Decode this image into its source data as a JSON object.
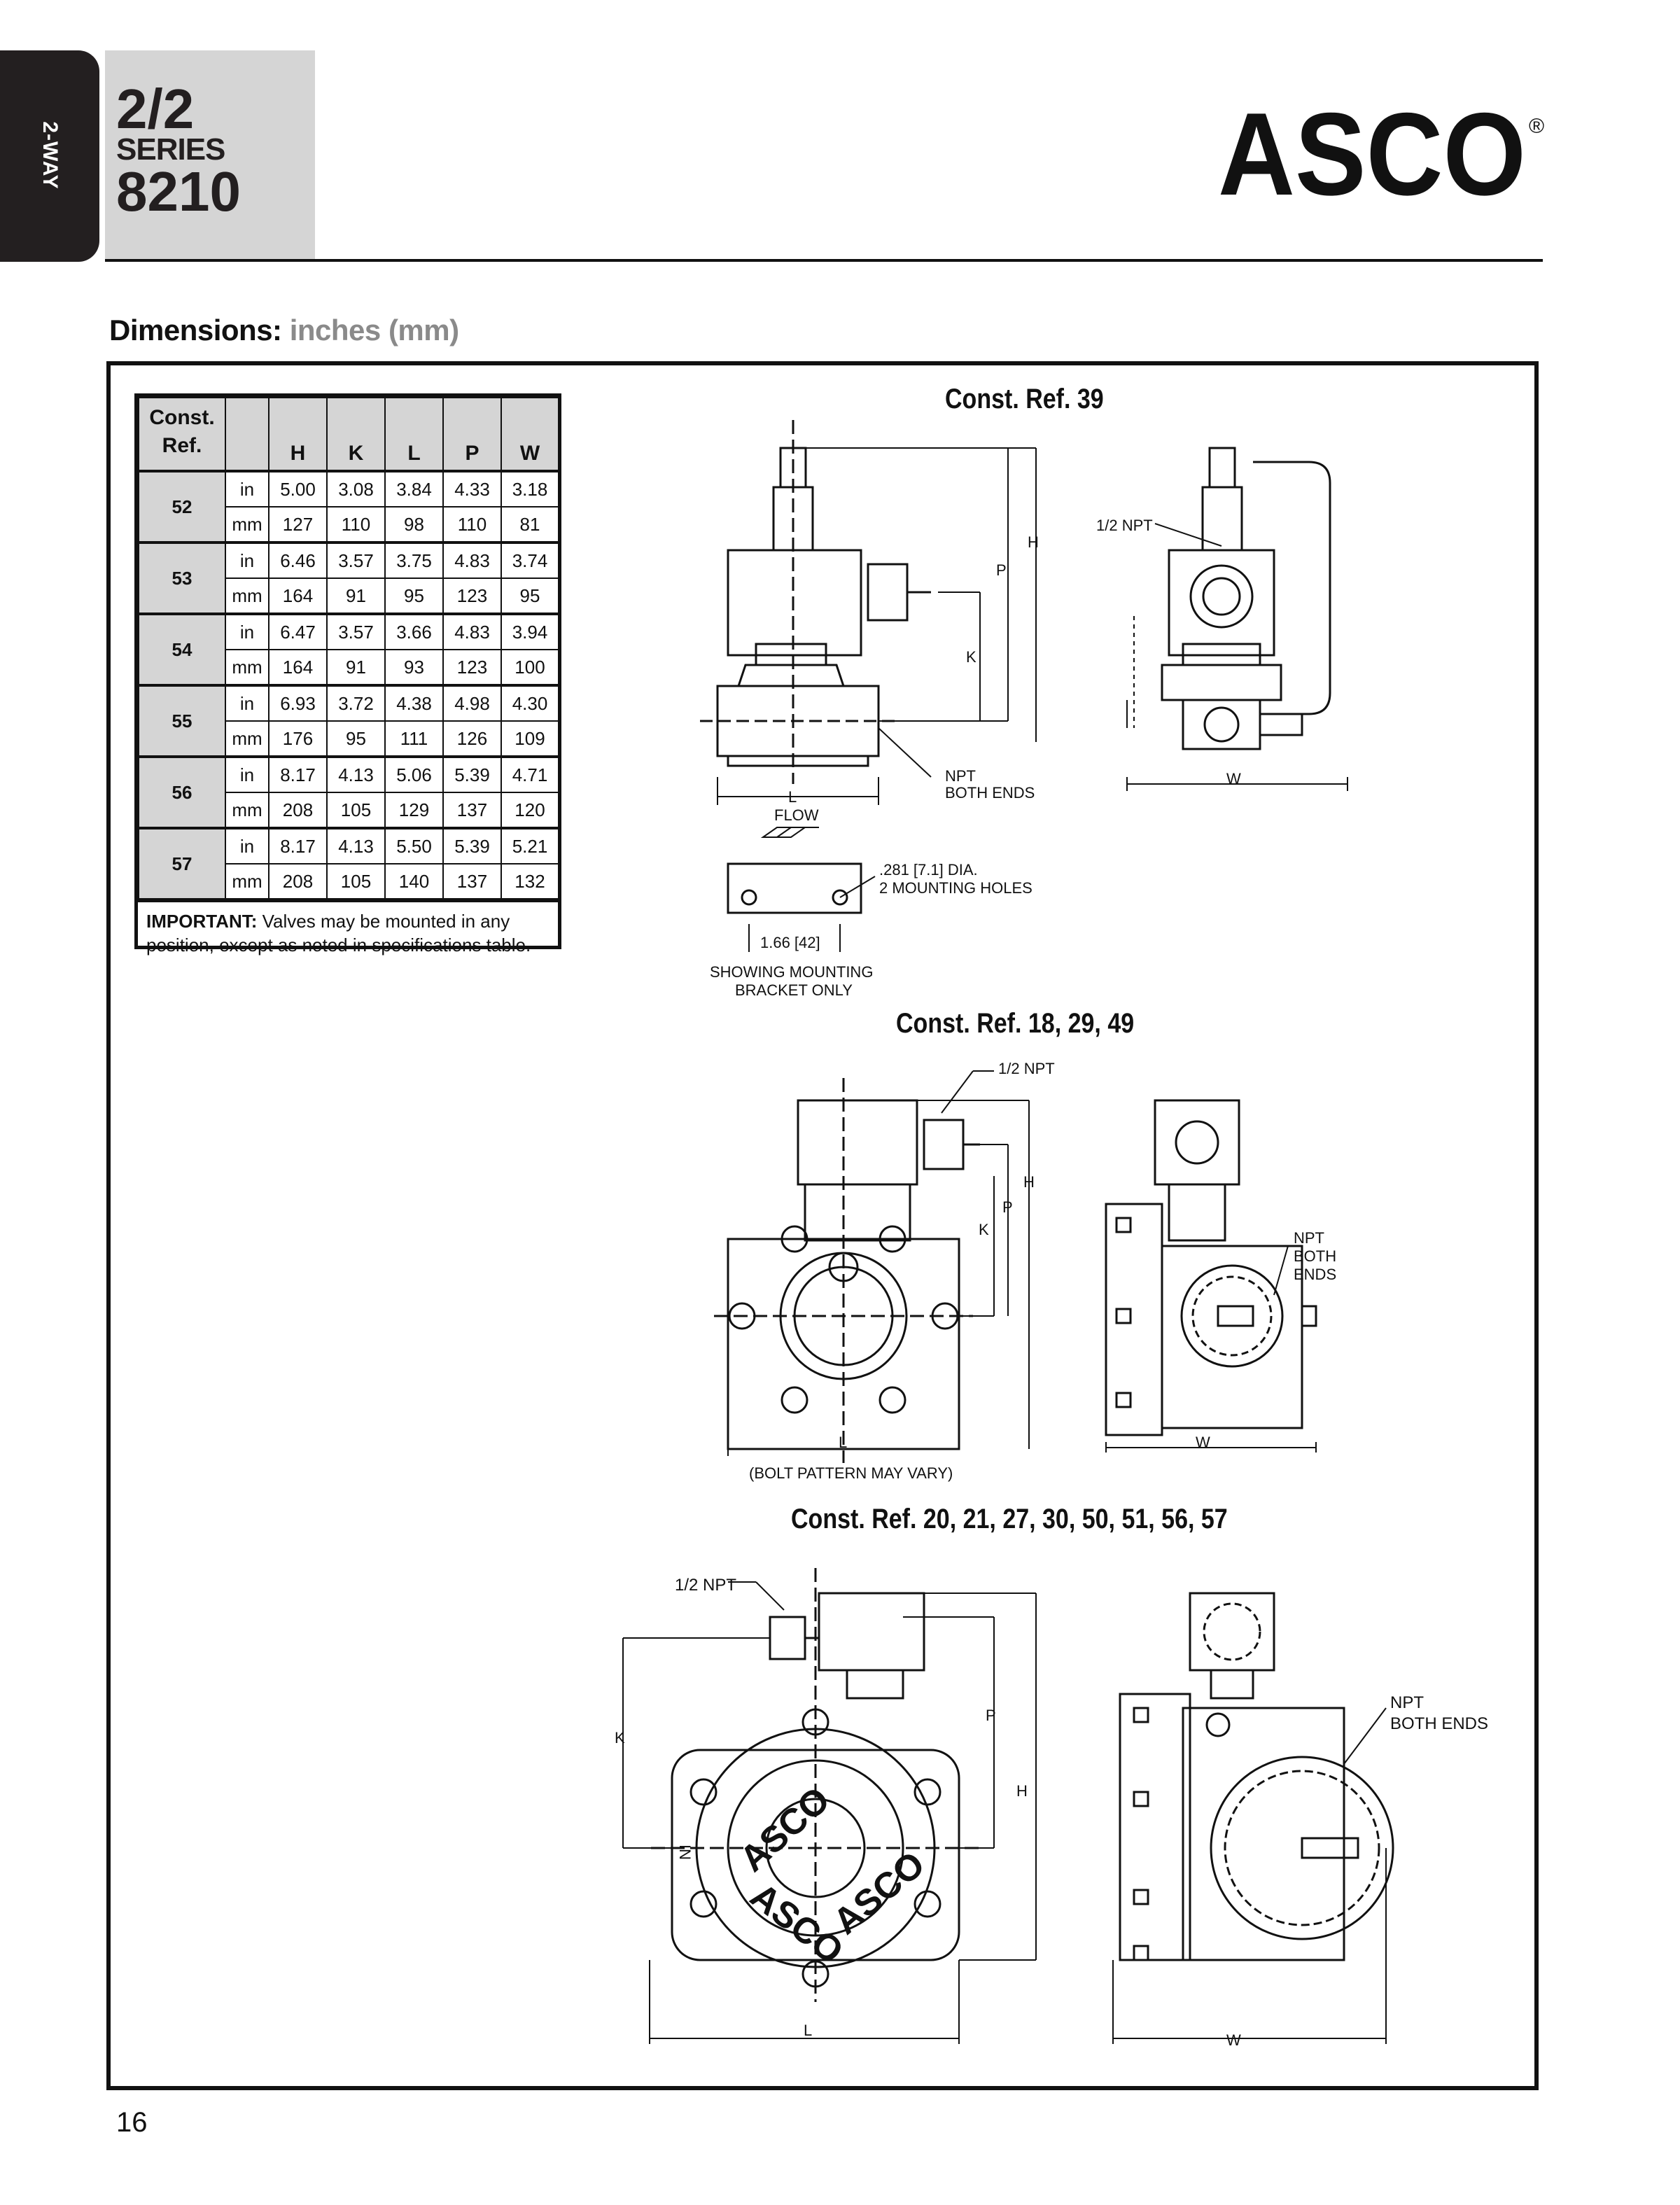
{
  "header": {
    "side_tab": "2-WAY",
    "series_top": "2/2",
    "series_mid": "SERIES",
    "series_bot": "8210",
    "brand": "ASCO",
    "registered_mark": "®"
  },
  "section": {
    "title": "Dimensions:",
    "units": "inches (mm)"
  },
  "table": {
    "headers": {
      "const_ref": "Const. Ref.",
      "H": "H",
      "K": "K",
      "L": "L",
      "P": "P",
      "W": "W"
    },
    "groups": [
      {
        "ref": "52",
        "in": [
          "5.00",
          "3.08",
          "3.84",
          "4.33",
          "3.18"
        ],
        "mm": [
          "127",
          "110",
          "98",
          "110",
          "81"
        ]
      },
      {
        "ref": "53",
        "in": [
          "6.46",
          "3.57",
          "3.75",
          "4.83",
          "3.74"
        ],
        "mm": [
          "164",
          "91",
          "95",
          "123",
          "95"
        ]
      },
      {
        "ref": "54",
        "in": [
          "6.47",
          "3.57",
          "3.66",
          "4.83",
          "3.94"
        ],
        "mm": [
          "164",
          "91",
          "93",
          "123",
          "100"
        ]
      },
      {
        "ref": "55",
        "in": [
          "6.93",
          "3.72",
          "4.38",
          "4.98",
          "4.30"
        ],
        "mm": [
          "176",
          "95",
          "111",
          "126",
          "109"
        ]
      },
      {
        "ref": "56",
        "in": [
          "8.17",
          "4.13",
          "5.06",
          "5.39",
          "4.71"
        ],
        "mm": [
          "208",
          "105",
          "129",
          "137",
          "120"
        ]
      },
      {
        "ref": "57",
        "in": [
          "8.17",
          "4.13",
          "5.50",
          "5.39",
          "5.21"
        ],
        "mm": [
          "208",
          "105",
          "140",
          "137",
          "132"
        ]
      }
    ],
    "unit_in": "in",
    "unit_mm": "mm",
    "note_bold": "IMPORTANT:",
    "note_text": " Valves may be mounted in any position, except as noted in specifications table."
  },
  "drawing1": {
    "title": "Const. Ref. 39",
    "H": "H",
    "P": "P",
    "K": "K",
    "L": "L",
    "W": "W",
    "npt_top": "1/2 NPT",
    "npt_both": "NPT",
    "npt_both2": "BOTH ENDS",
    "flow": "FLOW",
    "holes1": ".281 [7.1] DIA.",
    "holes2": "2 MOUNTING HOLES",
    "bracket_dim": "1.66 [42]",
    "bracket1": "SHOWING MOUNTING",
    "bracket2": "BRACKET ONLY"
  },
  "drawing2": {
    "title": "Const. Ref. 18, 29, 49",
    "npt_top": "1/2 NPT",
    "H": "H",
    "P": "P",
    "K": "K",
    "L": "L",
    "W": "W",
    "npt1": "NPT",
    "npt2": "BOTH",
    "npt3": "ENDS",
    "bolt_note": "(BOLT PATTERN MAY VARY)"
  },
  "drawing3": {
    "title": "Const. Ref. 20, 21, 27, 30, 50, 51, 56, 57",
    "npt_top": "1/2 NPT",
    "K": "K",
    "P": "P",
    "H": "H",
    "L": "L",
    "W": "W",
    "inlet": "IN",
    "npt1": "NPT",
    "npt2": "BOTH ENDS",
    "cast_logo": "ASCO"
  },
  "footer": {
    "page_number": "16"
  }
}
